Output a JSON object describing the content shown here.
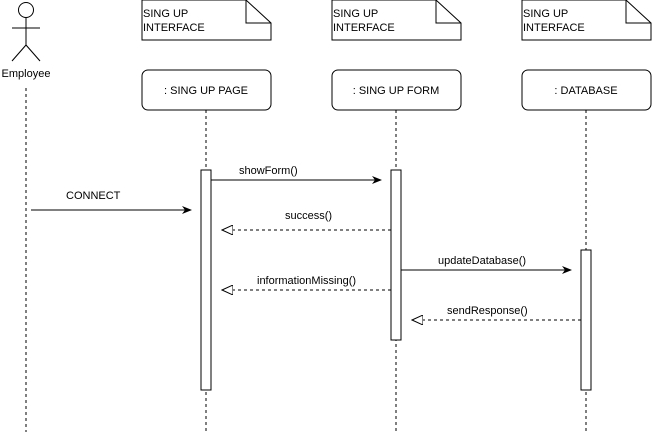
{
  "actor": {
    "label": "Employee",
    "icon": "stick-figure-actor"
  },
  "notes": [
    {
      "line1": "SING UP",
      "line2": "INTERFACE"
    },
    {
      "line1": "SING UP",
      "line2": "INTERFACE"
    },
    {
      "line1": "SING UP",
      "line2": "INTERFACE"
    }
  ],
  "lifelines": [
    {
      "label": ": SING UP PAGE"
    },
    {
      "label": ": SING UP FORM"
    },
    {
      "label": ": DATABASE"
    }
  ],
  "messages": [
    {
      "label": "showForm()",
      "kind": "sync"
    },
    {
      "label": "CONNECT",
      "kind": "sync"
    },
    {
      "label": "success()",
      "kind": "return"
    },
    {
      "label": "updateDatabase()",
      "kind": "sync"
    },
    {
      "label": "informationMissing()",
      "kind": "return"
    },
    {
      "label": "sendResponse()",
      "kind": "return"
    }
  ]
}
